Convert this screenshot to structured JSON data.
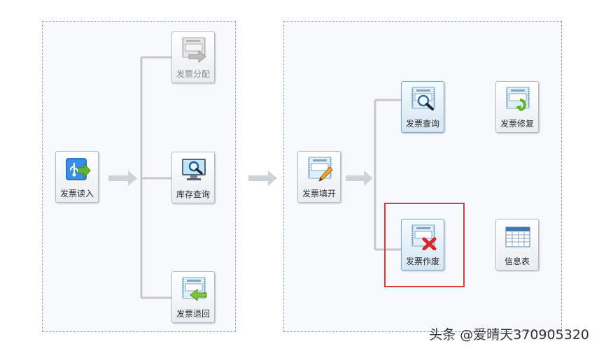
{
  "tiles": {
    "invoice_read": {
      "label": "发票读入",
      "icon": "usb-import-icon"
    },
    "invoice_distribute": {
      "label": "发票分配",
      "icon": "invoice-distribute-icon"
    },
    "inventory_query": {
      "label": "库存查询",
      "icon": "monitor-search-icon"
    },
    "invoice_return": {
      "label": "发票退回",
      "icon": "invoice-return-icon"
    },
    "invoice_fill": {
      "label": "发票填开",
      "icon": "invoice-pen-icon"
    },
    "invoice_query": {
      "label": "发票查询",
      "icon": "invoice-search-icon"
    },
    "invoice_repair": {
      "label": "发票修复",
      "icon": "invoice-repair-icon"
    },
    "invoice_void": {
      "label": "发票作废",
      "icon": "invoice-void-icon"
    },
    "info_table": {
      "label": "信息表",
      "icon": "table-icon"
    }
  },
  "watermark": "头条 @爱晴天370905320",
  "colors": {
    "highlight": "#e03a3a",
    "connector": "#c8c8c8"
  }
}
